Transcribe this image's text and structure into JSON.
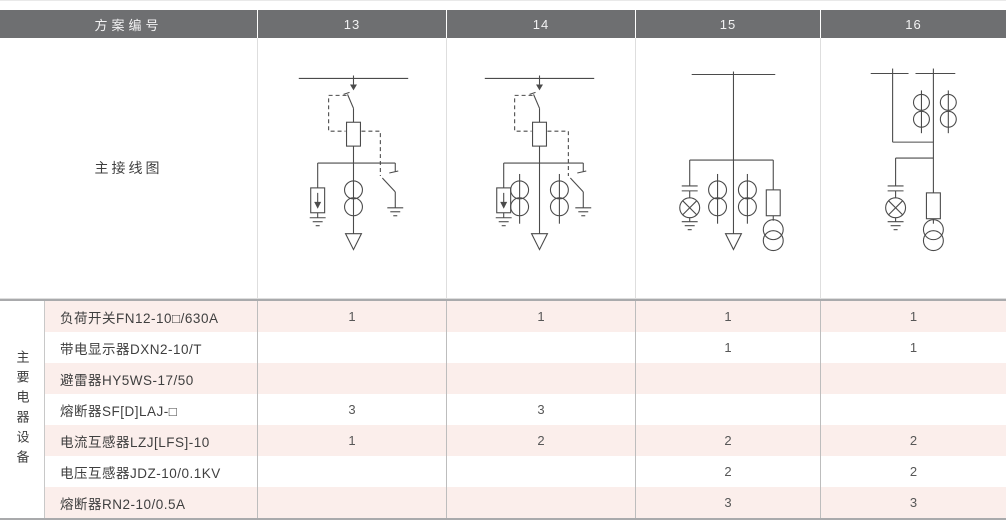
{
  "header": {
    "scheme_label": "方案编号",
    "columns": [
      "13",
      "14",
      "15",
      "16"
    ]
  },
  "diagram_row": {
    "label": "主接线图",
    "schemes": [
      {
        "scheme": "13",
        "symbols": [
          "busbar",
          "load-switch",
          "interlock-link",
          "fuse",
          "surge-arrester",
          "current-transformer",
          "earthing-switch",
          "outgoing-feeder"
        ]
      },
      {
        "scheme": "14",
        "symbols": [
          "busbar",
          "load-switch",
          "interlock-link",
          "fuse",
          "surge-arrester",
          "current-transformer",
          "current-transformer",
          "earthing-switch",
          "outgoing-feeder"
        ]
      },
      {
        "scheme": "15",
        "symbols": [
          "busbar",
          "live-display-indicator",
          "current-transformer",
          "current-transformer",
          "fuse",
          "voltage-transformer",
          "outgoing-feeder"
        ]
      },
      {
        "scheme": "16",
        "symbols": [
          "busbar",
          "busbar",
          "current-transformer",
          "current-transformer",
          "live-display-indicator",
          "fuse",
          "voltage-transformer"
        ]
      }
    ]
  },
  "equipment": {
    "group_label": "主要电器设备",
    "rows": [
      {
        "name": "负荷开关FN12-10□/630A",
        "values": [
          "1",
          "1",
          "1",
          "1"
        ]
      },
      {
        "name": "带电显示器DXN2-10/T",
        "values": [
          "",
          "",
          "1",
          "1"
        ]
      },
      {
        "name": "避雷器HY5WS-17/50",
        "values": [
          "",
          "",
          "",
          ""
        ]
      },
      {
        "name": "熔断器SF[D]LAJ-□",
        "values": [
          "3",
          "3",
          "",
          ""
        ]
      },
      {
        "name": "电流互感器LZJ[LFS]-10",
        "values": [
          "1",
          "2",
          "2",
          "2"
        ]
      },
      {
        "name": "电压互感器JDZ-10/0.1KV",
        "values": [
          "",
          "",
          "2",
          "2"
        ]
      },
      {
        "name": "熔断器RN2-10/0.5A",
        "values": [
          "",
          "",
          "3",
          "3"
        ]
      }
    ]
  },
  "colors": {
    "header_bg": "#6e6f71",
    "header_text": "#f2f2f3",
    "row_stripe": "#fbeeeb",
    "divider": "#bdbdbd",
    "diagram_line": "#4b4b4b",
    "text": "#3f3f3f"
  }
}
